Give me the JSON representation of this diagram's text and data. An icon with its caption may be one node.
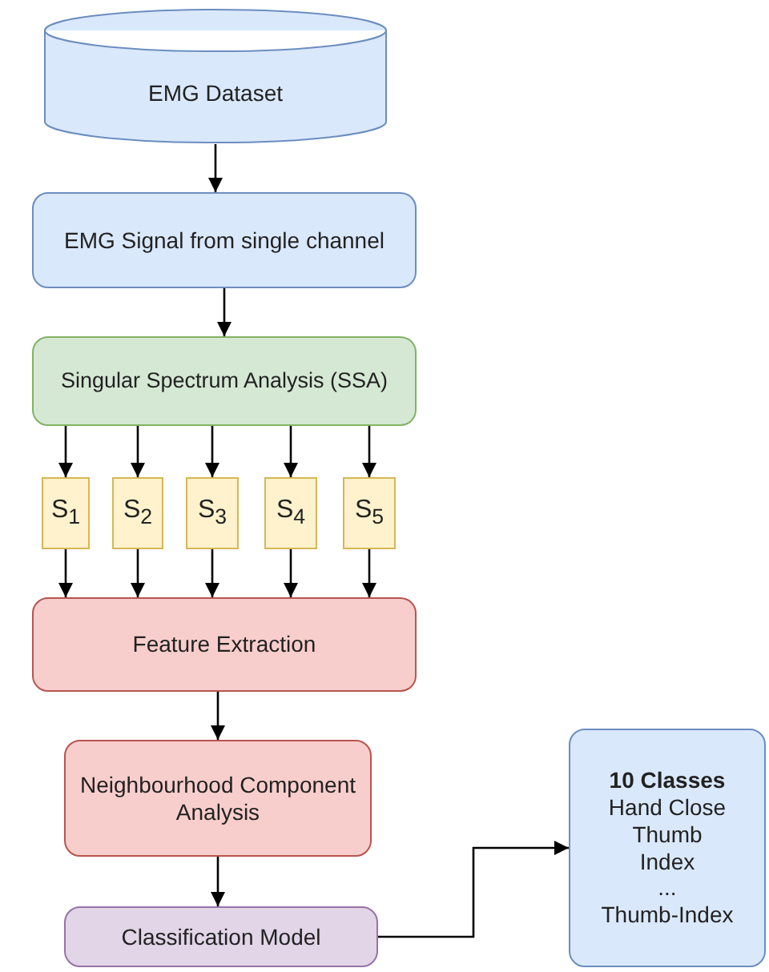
{
  "diagram": {
    "nodes": [
      {
        "text": [
          "EMG Dataset"
        ]
      },
      {
        "text": [
          "EMG Signal from single channel"
        ]
      },
      {
        "text": [
          "Singular Spectrum Analysis (SSA)"
        ]
      },
      {
        "text": [
          "S$_{1}$"
        ]
      },
      {
        "text": [
          "S$_{2}$"
        ]
      },
      {
        "text": [
          "S$_{3}$"
        ]
      },
      {
        "text": [
          "S$_{4}$"
        ]
      },
      {
        "text": [
          "S$_{5}$"
        ]
      },
      {
        "text": [
          "Feature Extraction"
        ]
      },
      {
        "text": [
          "Neighbourhood Component Analysis"
        ]
      },
      {
        "text": [
          "Classification Model"
        ]
      },
      {
        "text": [
          "10 Classes",
          "Hand Close",
          "Thumb",
          "Index",
          "...",
          "Thumb-Index"
        ]
      }
    ],
    "edges": [
      {
        "from": 0,
        "to": 1,
        "arrow": "to"
      },
      {
        "from": 1,
        "to": 2,
        "arrow": "to"
      },
      {
        "from": 2,
        "to": 3,
        "arrow": "to"
      },
      {
        "from": 2,
        "to": 4,
        "arrow": "to"
      },
      {
        "from": 2,
        "to": 5,
        "arrow": "to"
      },
      {
        "from": 2,
        "to": 6,
        "arrow": "to"
      },
      {
        "from": 2,
        "to": 7,
        "arrow": "to"
      },
      {
        "from": 3,
        "to": 8,
        "arrow": "to"
      },
      {
        "from": 4,
        "to": 8,
        "arrow": "to"
      },
      {
        "from": 5,
        "to": 8,
        "arrow": "to"
      },
      {
        "from": 6,
        "to": 8,
        "arrow": "to"
      },
      {
        "from": 7,
        "to": 8,
        "arrow": "to"
      },
      {
        "from": 8,
        "to": 9,
        "arrow": "to"
      },
      {
        "from": 9,
        "to": 10,
        "arrow": "to"
      },
      {
        "from": 10,
        "to": 11,
        "arrow": "to"
      }
    ]
  }
}
